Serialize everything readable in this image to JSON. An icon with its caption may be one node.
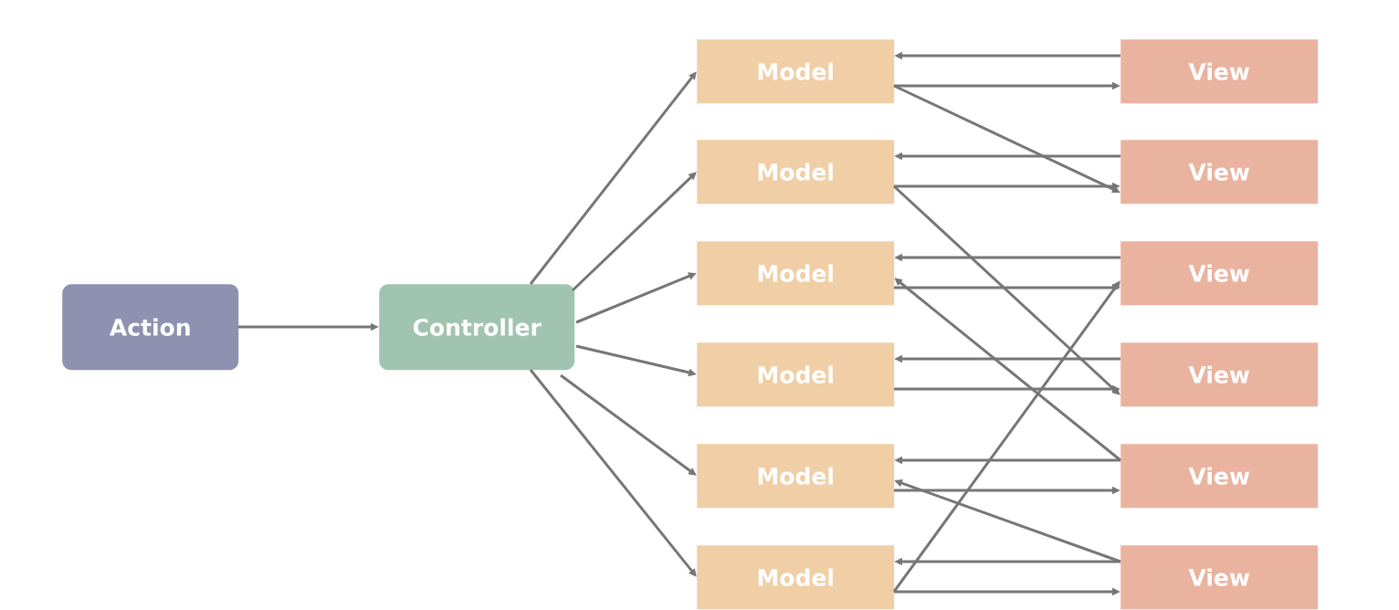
{
  "diagram": {
    "nodes": [
      {
        "text": [
          "Action"
        ]
      },
      {
        "text": [
          "Controller"
        ]
      },
      {
        "text": [
          "Model"
        ]
      },
      {
        "text": [
          "Model"
        ]
      },
      {
        "text": [
          "Model"
        ]
      },
      {
        "text": [
          "Model"
        ]
      },
      {
        "text": [
          "Model"
        ]
      },
      {
        "text": [
          "Model"
        ]
      },
      {
        "text": [
          "View"
        ]
      },
      {
        "text": [
          "View"
        ]
      },
      {
        "text": [
          "View"
        ]
      },
      {
        "text": [
          "View"
        ]
      },
      {
        "text": [
          "View"
        ]
      },
      {
        "text": [
          "View"
        ]
      }
    ],
    "edges": [
      {
        "from": 0,
        "to": 1,
        "arrow": "to"
      },
      {
        "from": 1,
        "to": 2,
        "arrow": "to"
      },
      {
        "from": 1,
        "to": 3,
        "arrow": "to"
      },
      {
        "from": 1,
        "to": 4,
        "arrow": "to"
      },
      {
        "from": 1,
        "to": 5,
        "arrow": "to"
      },
      {
        "from": 1,
        "to": 6,
        "arrow": "to"
      },
      {
        "from": 1,
        "to": 7,
        "arrow": "to"
      },
      {
        "from": 8,
        "to": 2,
        "arrow": "to"
      },
      {
        "from": 2,
        "to": 8,
        "arrow": "to"
      },
      {
        "from": 2,
        "to": 9,
        "arrow": "to"
      },
      {
        "from": 9,
        "to": 3,
        "arrow": "to"
      },
      {
        "from": 3,
        "to": 9,
        "arrow": "to"
      },
      {
        "from": 3,
        "to": 11,
        "arrow": "to"
      },
      {
        "from": 10,
        "to": 4,
        "arrow": "to"
      },
      {
        "from": 4,
        "to": 10,
        "arrow": "to"
      },
      {
        "from": 11,
        "to": 5,
        "arrow": "to"
      },
      {
        "from": 5,
        "to": 11,
        "arrow": "to"
      },
      {
        "from": 12,
        "to": 4,
        "arrow": "to"
      },
      {
        "from": 12,
        "to": 6,
        "arrow": "to"
      },
      {
        "from": 6,
        "to": 12,
        "arrow": "to"
      },
      {
        "from": 13,
        "to": 6,
        "arrow": "to"
      },
      {
        "from": 13,
        "to": 7,
        "arrow": "to"
      },
      {
        "from": 7,
        "to": 13,
        "arrow": "to"
      },
      {
        "from": 7,
        "to": 10,
        "arrow": "to"
      }
    ]
  }
}
